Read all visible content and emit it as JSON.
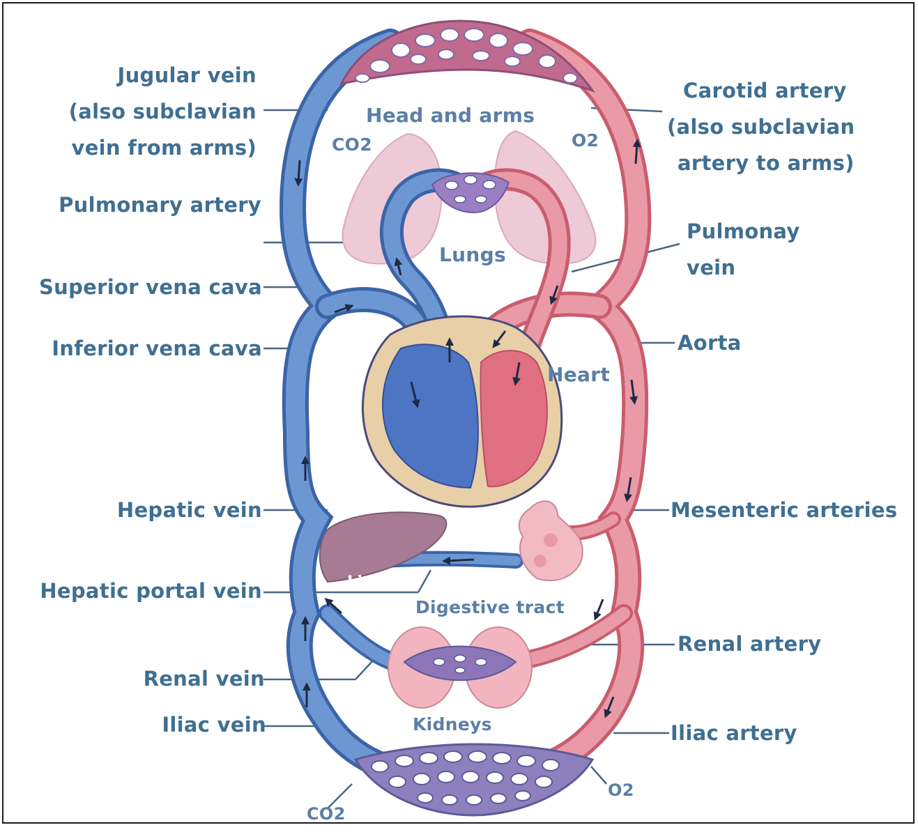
{
  "colors": {
    "vein": "#5b86c6",
    "vein_dark": "#3b64a8",
    "artery": "#e2808e",
    "artery_dark": "#c95d6d",
    "label": "#3f6f92",
    "leader": "#4a6680"
  },
  "labels": {
    "jugular_1": "Jugular vein",
    "jugular_2": "(also subclavian",
    "jugular_3": "vein from arms)",
    "carotid_1": "Carotid artery",
    "carotid_2": "(also subclavian",
    "carotid_3": "artery to arms)",
    "pulmonary_artery": "Pulmonary artery",
    "pulmonary_vein_1": "Pulmonay",
    "pulmonary_vein_2": "vein",
    "superior_vena_cava": "Superior vena cava",
    "inferior_vena_cava": "Inferior vena cava",
    "aorta": "Aorta",
    "hepatic_vein": "Hepatic vein",
    "mesenteric_arteries": "Mesenteric arteries",
    "hepatic_portal_vein": "Hepatic portal vein",
    "renal_artery": "Renal artery",
    "renal_vein": "Renal vein",
    "iliac_vein": "Iliac vein",
    "iliac_artery": "Iliac artery"
  },
  "organs": {
    "head_and_arms": "Head and arms",
    "lungs": "Lungs",
    "heart": "Heart",
    "liver": "Liver",
    "digestive_tract": "Digestive tract",
    "kidneys": "Kidneys"
  },
  "gases": {
    "co2_top": "CO2",
    "o2_top": "O2",
    "co2_bottom": "CO2",
    "o2_bottom": "O2"
  }
}
